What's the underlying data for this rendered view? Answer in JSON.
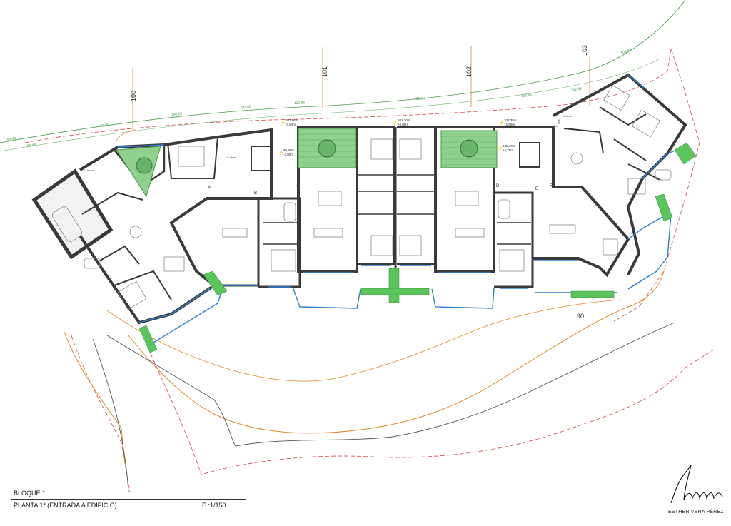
{
  "drawing": {
    "block_title": "BLOQUE 1:",
    "floor_title": "PLANTA  1ª (ENTRADA A EDIFICIO)",
    "scale": "E.:1/150",
    "author": "ESTHER VERA PÉREZ"
  },
  "contours": {
    "major": [
      "100",
      "101",
      "102",
      "103",
      "90"
    ],
    "minor": [
      "99,43",
      "99,65",
      "100,20",
      "100,50",
      "100,86",
      "101,64",
      "102,45",
      "102,99",
      "103,38",
      "99,43"
    ]
  },
  "unit_labels": [
    "A",
    "B",
    "C",
    "D",
    "E",
    "F"
  ],
  "room_labels": [
    "C.Instal.",
    "C.elect.",
    "C.elect.",
    "Inst.",
    "T.a"
  ],
  "level_marks": [
    {
      "top": "101,86m",
      "bottom": "-0,84m"
    },
    {
      "top": "101,70m",
      "bottom": "+0,00m"
    },
    {
      "top": "102,35m",
      "bottom": "+1,65m"
    },
    {
      "top": "99,90m",
      "bottom": "-3,80m"
    },
    {
      "top": "102,40m",
      "bottom": "+2,70m"
    }
  ],
  "colors": {
    "wall": "#3a3a3a",
    "contour_green": "#4a9a4a",
    "contour_orange": "#e08a2a",
    "boundary_red": "#d04a4a",
    "glass_blue": "#2f7fd6",
    "planting_green": "#5cc45c",
    "level_magenta": "#c020c0"
  }
}
